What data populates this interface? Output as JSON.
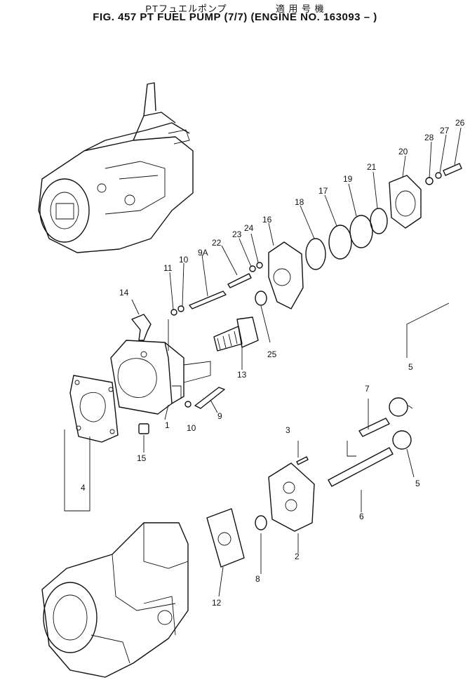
{
  "header": {
    "jp_left": "PTフュエルポンプ",
    "jp_right": "適 用 号 機",
    "title": "FIG. 457  PT FUEL PUMP (7/7) (ENGINE NO. 163093 –  )"
  },
  "callouts": [
    "1",
    "2",
    "3",
    "4",
    "5",
    "5",
    "6",
    "7",
    "8",
    "9",
    "9A",
    "10",
    "10",
    "11",
    "12",
    "13",
    "14",
    "15",
    "16",
    "17",
    "18",
    "19",
    "20",
    "21",
    "22",
    "23",
    "24",
    "25",
    "26",
    "27",
    "28"
  ]
}
